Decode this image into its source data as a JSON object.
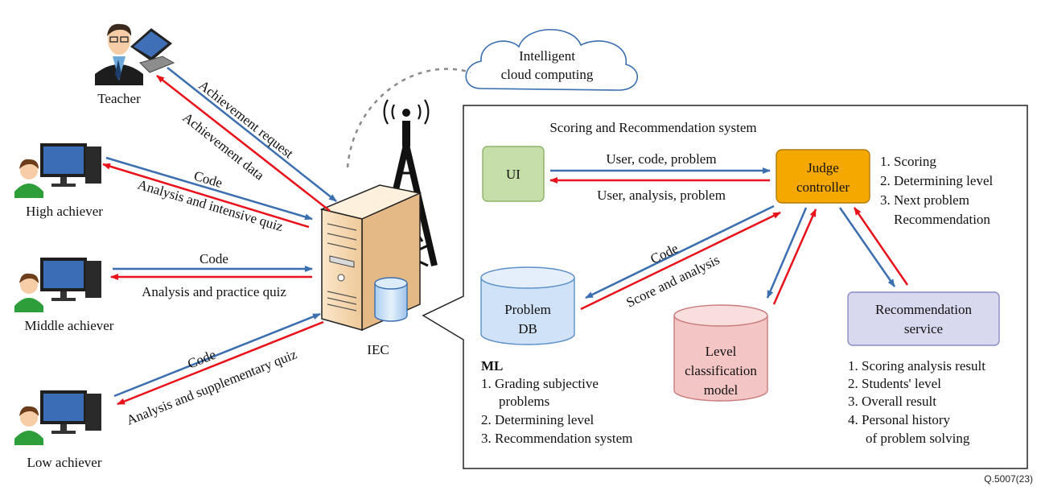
{
  "cloud": {
    "line1": "Intelligent",
    "line2": "cloud computing"
  },
  "iec_label": "IEC",
  "actors": {
    "teacher": "Teacher",
    "high": "High achiever",
    "middle": "Middle achiever",
    "low": "Low achiever"
  },
  "links": {
    "teacher_request": "Achievement request",
    "teacher_data": "Achievement data",
    "high_code": "Code",
    "high_quiz": "Analysis and intensive quiz",
    "middle_code": "Code",
    "middle_quiz": "Analysis and practice quiz",
    "low_code": "Code",
    "low_quiz": "Analysis and supplementary quiz"
  },
  "system": {
    "title": "Scoring and Recommendation system",
    "ui": "UI",
    "ui_to_judge": "User, code, problem",
    "judge_to_ui": "User, analysis, problem",
    "judge_line1": "Judge",
    "judge_line2": "controller",
    "judge_tasks": [
      "1. Scoring",
      "2. Determining level",
      "3. Next problem",
      "Recommendation"
    ],
    "db_line1": "Problem",
    "db_line2": "DB",
    "db_code": "Code",
    "db_score": "Score and analysis",
    "level_line1": "Level",
    "level_line2": "classification",
    "level_line3": "model",
    "rec_line1": "Recommendation",
    "rec_line2": "service",
    "ml_title": "ML",
    "ml_items": [
      "1. Grading subjective",
      "problems",
      "2. Determining level",
      "3. Recommendation system"
    ],
    "rec_items": [
      "1. Scoring analysis result",
      "2. Students' level",
      "3. Overall result",
      "4. Personal history",
      "of problem solving"
    ]
  },
  "figure_id": "Q.5007(23)",
  "colors": {
    "blue_arrow": "#3b6fb0",
    "red_arrow": "#e8121b",
    "ui_fill": "#c6dfa8",
    "judge_fill": "#f5a800",
    "db_fill": "#cfe2f7",
    "level_fill": "#f4c5c5",
    "rec_fill": "#d8d8ee"
  }
}
